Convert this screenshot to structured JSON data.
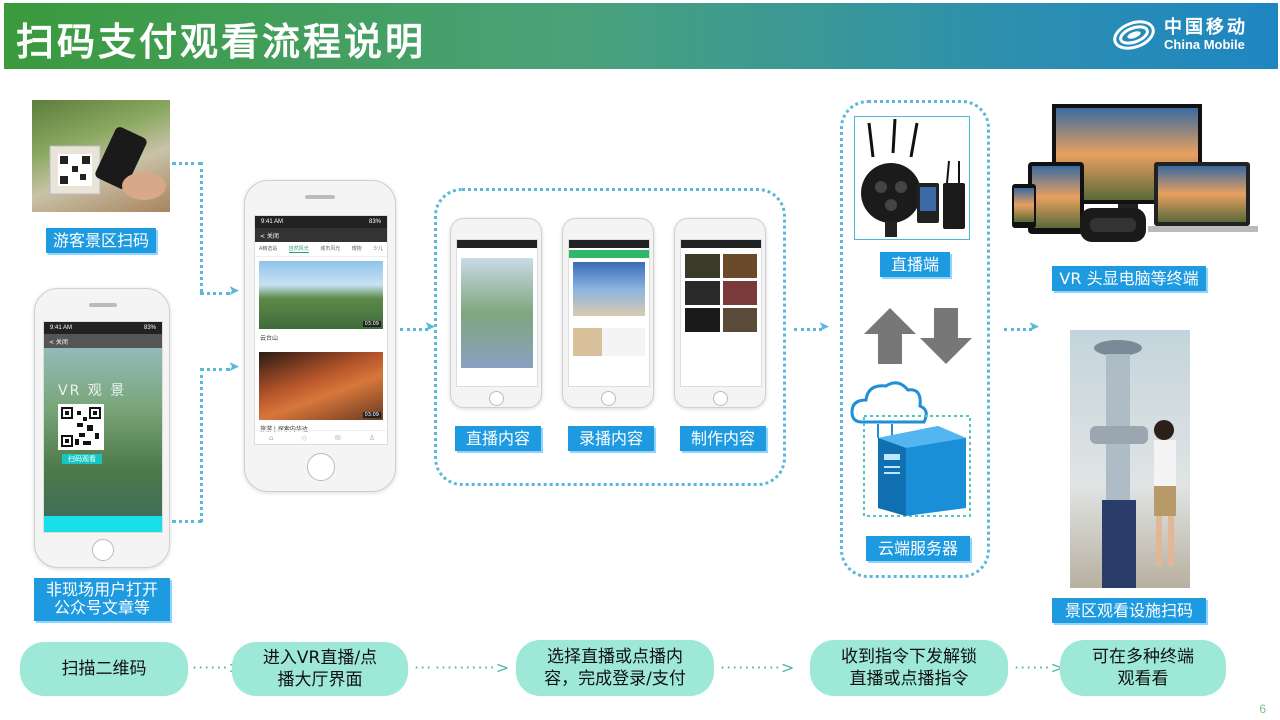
{
  "header": {
    "title": "扫码支付观看流程说明",
    "brand_cn": "中国移动",
    "brand_en": "China Mobile"
  },
  "labels": {
    "tourist_scan": "游客景区扫码",
    "offsite_line1": "非现场用户打开",
    "offsite_line2": "公众号文章等",
    "live_content": "直播内容",
    "recorded_content": "录播内容",
    "produced_content": "制作内容",
    "live_end": "直播端",
    "cloud_server": "云端服务器",
    "vr_terminals": "VR 头显电脑等终端",
    "scenic_scan": "景区观看设施扫码"
  },
  "phone_small": {
    "time": "9:41 AM",
    "battery": "83%",
    "nav": "< 关闭",
    "overlay_text": "VR 观 景",
    "scan_button": "扫码观看"
  },
  "phone_main": {
    "time": "9:41 AM",
    "battery": "83%",
    "nav": "< 关闭",
    "tabs": [
      "A精选站",
      "自然风光",
      "城市风光",
      "博物",
      "少儿"
    ],
    "video1_caption": "云台山",
    "video1_duration": "03:09",
    "video2_caption": "旅游 | 探索内华达",
    "video2_duration": "03:09"
  },
  "flow_steps": [
    {
      "line1": "扫描二维码",
      "line2": ""
    },
    {
      "line1": "进入VR直播/点",
      "line2": "播大厅界面"
    },
    {
      "line1": "选择直播或点播内",
      "line2": "容，完成登录/支付"
    },
    {
      "line1": "收到指令下发解锁",
      "line2": "直播或点播指令"
    },
    {
      "line1": "可在多种终端",
      "line2": "观看看"
    }
  ],
  "page_number": "6",
  "colors": {
    "label_blue": "#1e9be0",
    "dotted": "#5bb8d8",
    "step_fill": "#9de8d6",
    "header_start": "#3a9a3c",
    "header_end": "#1e86c2"
  }
}
